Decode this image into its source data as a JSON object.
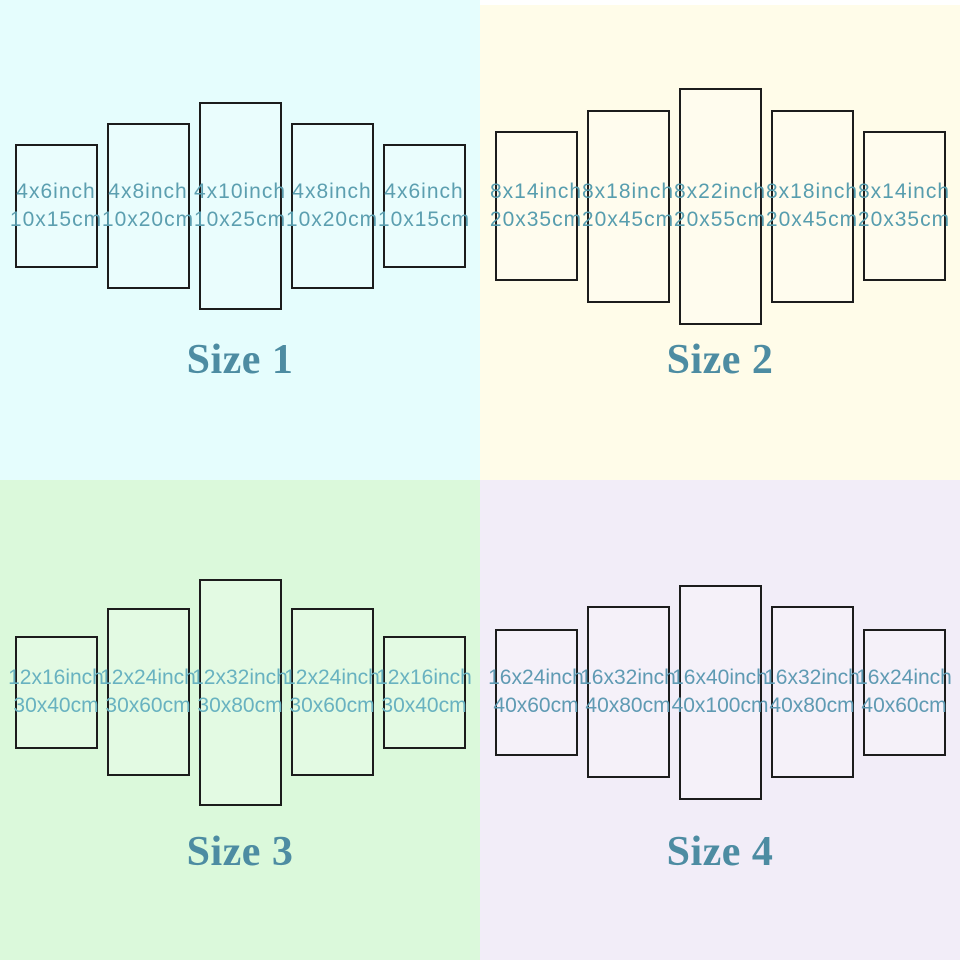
{
  "colors": {
    "title": "#4d8ca2",
    "panel_border": "#1c1c1c"
  },
  "quadrants": [
    {
      "title": "Size 1",
      "background": "#e5fdfd",
      "label_color": "#5c9fb0",
      "panels": [
        {
          "inch": "4x6inch",
          "cm": "10x15cm"
        },
        {
          "inch": "4x8inch",
          "cm": "10x20cm"
        },
        {
          "inch": "4x10inch",
          "cm": "10x25cm"
        },
        {
          "inch": "4x8inch",
          "cm": "10x20cm"
        },
        {
          "inch": "4x6inch",
          "cm": "10x15cm"
        }
      ]
    },
    {
      "title": "Size 2",
      "background": "#fffce9",
      "label_color": "#579dae",
      "panels": [
        {
          "inch": "8x14inch",
          "cm": "20x35cm"
        },
        {
          "inch": "8x18inch",
          "cm": "20x45cm"
        },
        {
          "inch": "8x22inch",
          "cm": "20x55cm"
        },
        {
          "inch": "8x18inch",
          "cm": "20x45cm"
        },
        {
          "inch": "8x14inch",
          "cm": "20x35cm"
        }
      ]
    },
    {
      "title": "Size 3",
      "background": "#dbf9db",
      "label_color": "#68b2c0",
      "panels": [
        {
          "inch": "12x16inch",
          "cm": "30x40cm"
        },
        {
          "inch": "12x24inch",
          "cm": "30x60cm"
        },
        {
          "inch": "12x32inch",
          "cm": "30x80cm"
        },
        {
          "inch": "12x24inch",
          "cm": "30x60cm"
        },
        {
          "inch": "12x16inch",
          "cm": "30x40cm"
        }
      ]
    },
    {
      "title": "Size 4",
      "background": "#f2edf8",
      "label_color": "#5f9ab3",
      "panels": [
        {
          "inch": "16x24inch",
          "cm": "40x60cm"
        },
        {
          "inch": "16x32inch",
          "cm": "40x80cm"
        },
        {
          "inch": "16x40inch",
          "cm": "40x100cm"
        },
        {
          "inch": "16x32inch",
          "cm": "40x80cm"
        },
        {
          "inch": "16x24inch",
          "cm": "40x60cm"
        }
      ]
    }
  ]
}
